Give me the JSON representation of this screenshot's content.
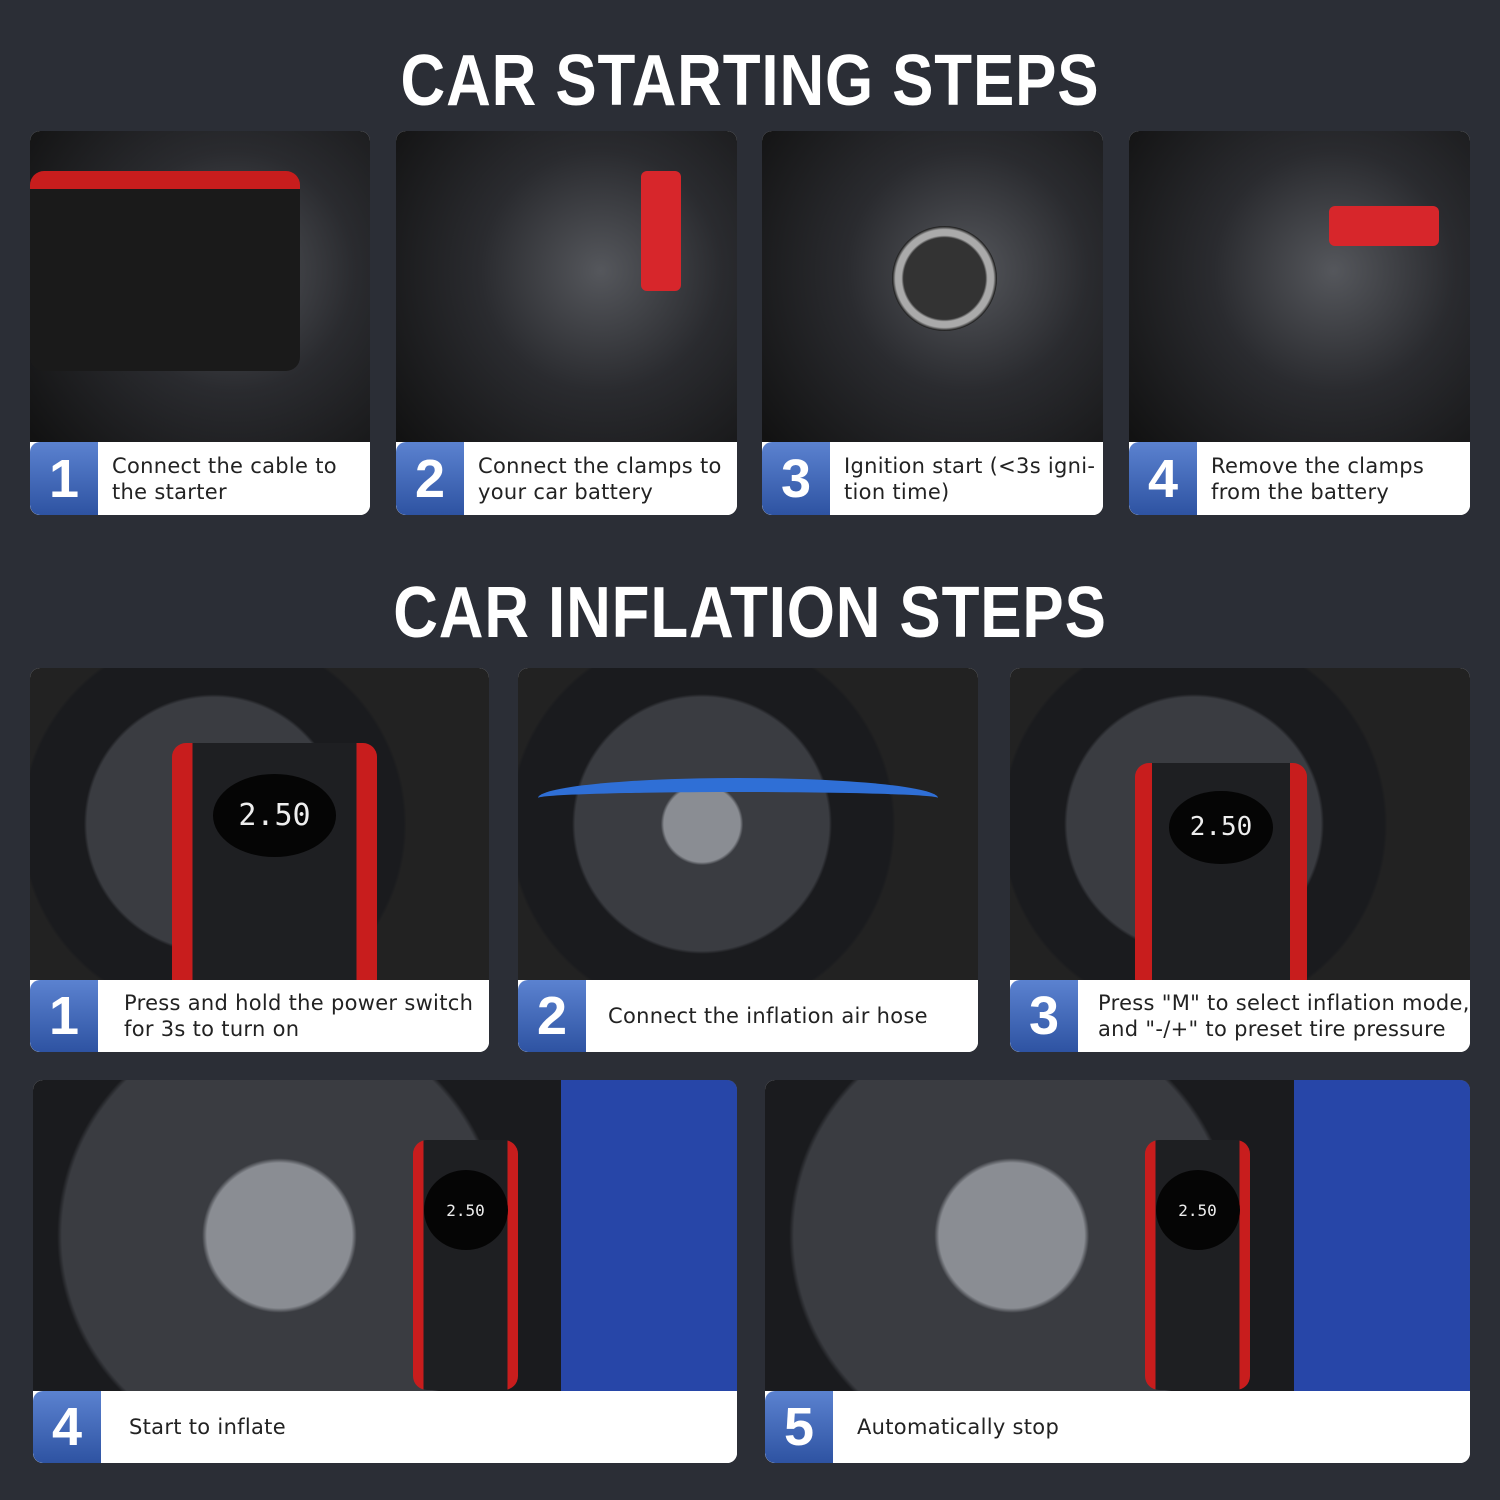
{
  "starting": {
    "title": "CAR STARTING STEPS",
    "steps": [
      {
        "num": "1",
        "text": "Connect the cable to the starter"
      },
      {
        "num": "2",
        "text": "Connect the clamps to your car battery"
      },
      {
        "num": "3",
        "text": "Ignition start (<3s igni-tion time)"
      },
      {
        "num": "4",
        "text": "Remove the clamps from the battery"
      }
    ]
  },
  "inflation": {
    "title": "CAR INFLATION STEPS",
    "steps": [
      {
        "num": "1",
        "text": "Press and hold the power switch for 3s to turn on"
      },
      {
        "num": "2",
        "text": "Connect the inflation air hose"
      },
      {
        "num": "3",
        "text": "Press \"M\" to select inflation mode, and \"-/+\" to preset tire pressure"
      },
      {
        "num": "4",
        "text": "Start to inflate"
      },
      {
        "num": "5",
        "text": "Automatically stop"
      }
    ]
  },
  "colors": {
    "background": "#2b2e36",
    "badge": "#3d64b6",
    "accent": "#c81d1d"
  }
}
